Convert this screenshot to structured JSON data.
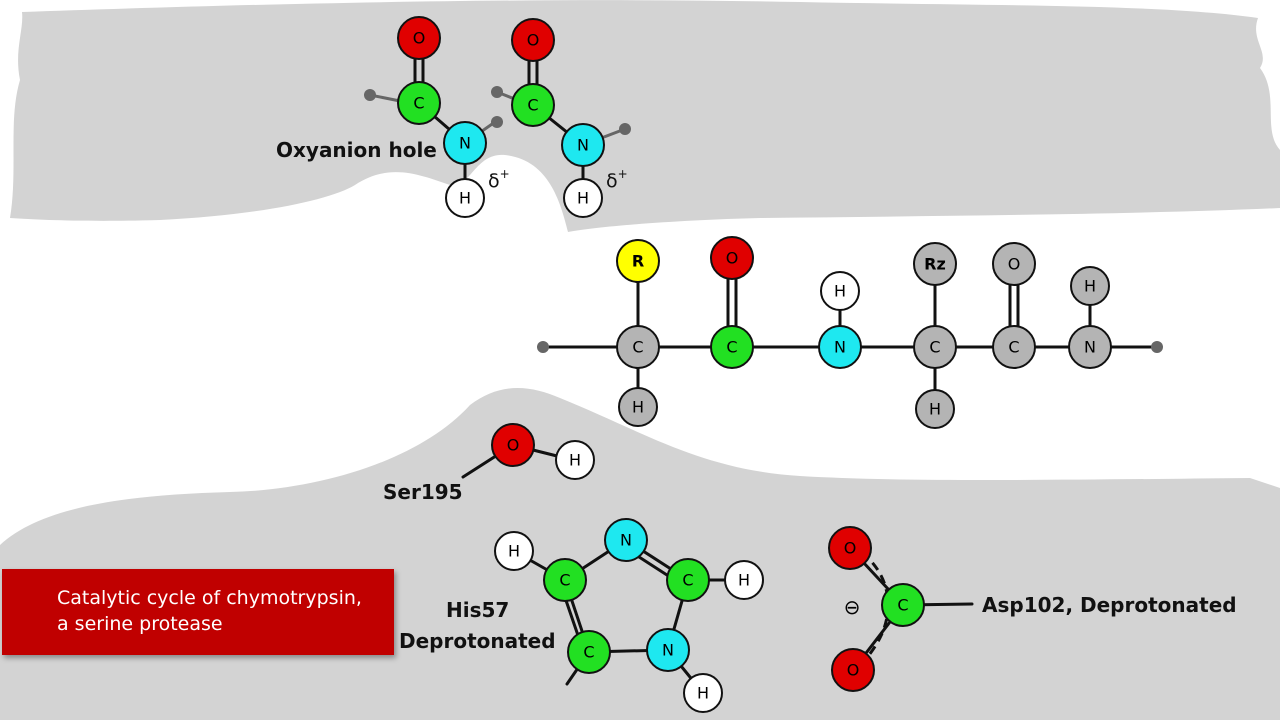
{
  "labels": {
    "oxyanion_hole": "Oxyanion hole",
    "ser": "Ser195",
    "his_line1": "His57",
    "his_line2": "Deprotonated",
    "asp": "Asp102, Deprotonated",
    "delta": "δ",
    "delta_sup": "+",
    "charge": "⊖"
  },
  "title_box": {
    "line1": "Catalytic cycle of chymotrypsin,",
    "line2": "a serine protease"
  },
  "atoms": {
    "O": "O",
    "C": "C",
    "N": "N",
    "H": "H",
    "R": "R",
    "Rz": "Rz"
  },
  "colors": {
    "oxygen": "#e00000",
    "carbon": "#22e022",
    "nitrogen": "#1ee8f0",
    "hydrogen": "#ffffff",
    "r_group": "#ffff00",
    "inactive": "#b4b4b4",
    "protein": "#d3d3d3",
    "title_box": "#c00000"
  }
}
